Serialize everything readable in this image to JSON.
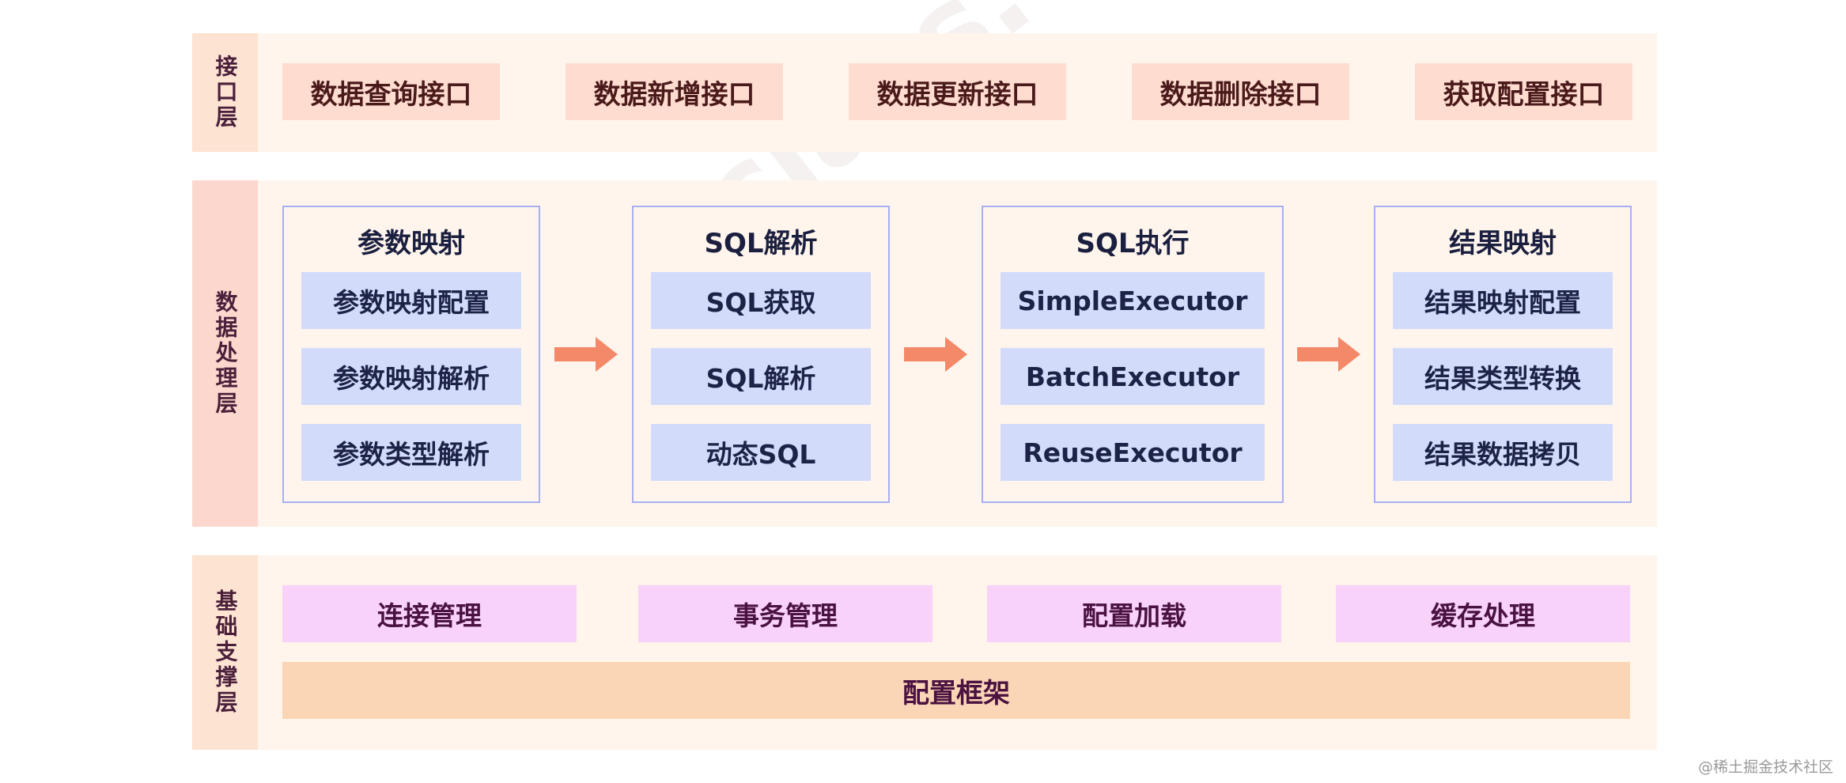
{
  "api_layer": {
    "label": "接口层",
    "items": [
      "数据查询接口",
      "数据新增接口",
      "数据更新接口",
      "数据删除接口",
      "获取配置接口"
    ]
  },
  "processing_layer": {
    "label": "数据处理层",
    "groups": [
      {
        "title": "参数映射",
        "items": [
          "参数映射配置",
          "参数映射解析",
          "参数类型解析"
        ]
      },
      {
        "title": "SQL解析",
        "items": [
          "SQL获取",
          "SQL解析",
          "动态SQL"
        ]
      },
      {
        "title": "SQL执行",
        "items": [
          "SimpleExecutor",
          "BatchExecutor",
          "ReuseExecutor"
        ]
      },
      {
        "title": "结果映射",
        "items": [
          "结果映射配置",
          "结果类型转换",
          "结果数据拷贝"
        ]
      }
    ]
  },
  "support_layer": {
    "label": "基础支撑层",
    "items": [
      "连接管理",
      "事务管理",
      "配置加载",
      "缓存处理"
    ],
    "framework": "配置框架"
  },
  "watermark": "ydlclass.com",
  "footer_credit": "@稀土掘金技术社区",
  "colors": {
    "arrow": "#f4896a",
    "group_border": "#a6b0f0",
    "api_box": "#fedcd0",
    "item_box": "#d3dbfb",
    "support_box": "#f8d2f8",
    "framework_box": "#fbd6b6"
  }
}
